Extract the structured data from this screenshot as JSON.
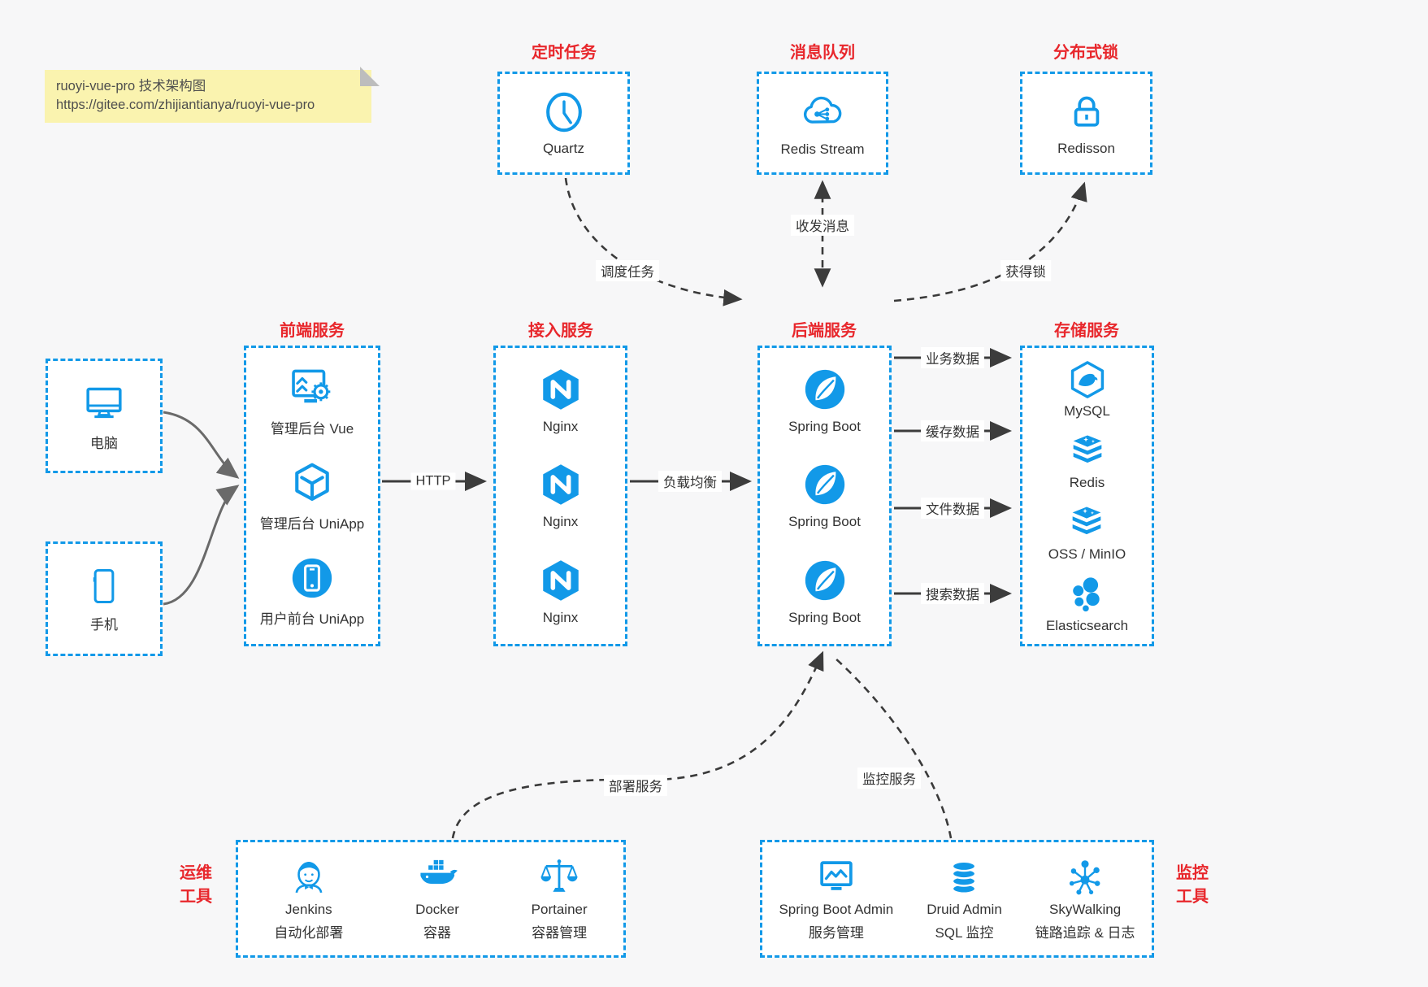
{
  "note": {
    "line1": "ruoyi-vue-pro 技术架构图",
    "line2": "https://gitee.com/zhijiantianya/ruoyi-vue-pro"
  },
  "colors": {
    "accent": "#1299e8",
    "title_red": "#e8272c",
    "background": "#f7f7f8",
    "label_ink": "#333333"
  },
  "top_groups": [
    {
      "title": "定时任务",
      "item": {
        "icon": "clock-icon",
        "label": "Quartz"
      }
    },
    {
      "title": "消息队列",
      "item": {
        "icon": "cloud-share-icon",
        "label": "Redis Stream"
      }
    },
    {
      "title": "分布式锁",
      "item": {
        "icon": "lock-icon",
        "label": "Redisson"
      }
    }
  ],
  "clients": [
    {
      "icon": "computer-icon",
      "label": "电脑"
    },
    {
      "icon": "phone-icon",
      "label": "手机"
    }
  ],
  "columns": [
    {
      "title": "前端服务",
      "items": [
        {
          "icon": "admin-vue-icon",
          "label": "管理后台 Vue"
        },
        {
          "icon": "uniapp-cube-icon",
          "label": "管理后台 UniApp"
        },
        {
          "icon": "user-app-icon",
          "label": "用户前台 UniApp"
        }
      ]
    },
    {
      "title": "接入服务",
      "items": [
        {
          "icon": "nginx-icon",
          "label": "Nginx"
        },
        {
          "icon": "nginx-icon",
          "label": "Nginx"
        },
        {
          "icon": "nginx-icon",
          "label": "Nginx"
        }
      ]
    },
    {
      "title": "后端服务",
      "items": [
        {
          "icon": "spring-boot-icon",
          "label": "Spring Boot"
        },
        {
          "icon": "spring-boot-icon",
          "label": "Spring Boot"
        },
        {
          "icon": "spring-boot-icon",
          "label": "Spring Boot"
        }
      ]
    },
    {
      "title": "存储服务",
      "items": [
        {
          "icon": "mysql-icon",
          "label": "MySQL"
        },
        {
          "icon": "redis-icon",
          "label": "Redis"
        },
        {
          "icon": "redis-icon",
          "label": "OSS / MinIO"
        },
        {
          "icon": "elasticsearch-icon",
          "label": "Elasticsearch"
        }
      ]
    }
  ],
  "edges": {
    "http": "HTTP",
    "load_balance": "负载均衡",
    "schedule": "调度任务",
    "message": "收发消息",
    "lock": "获得锁",
    "business": "业务数据",
    "cache": "缓存数据",
    "file": "文件数据",
    "search": "搜索数据",
    "deploy": "部署服务",
    "monitor": "监控服务"
  },
  "bottom_groups": [
    {
      "side_title_line1": "运维",
      "side_title_line2": "工具",
      "items": [
        {
          "icon": "jenkins-icon",
          "label": "Jenkins",
          "sub": "自动化部署"
        },
        {
          "icon": "docker-icon",
          "label": "Docker",
          "sub": "容器"
        },
        {
          "icon": "portainer-icon",
          "label": "Portainer",
          "sub": "容器管理"
        }
      ]
    },
    {
      "side_title_line1": "监控",
      "side_title_line2": "工具",
      "items": [
        {
          "icon": "spring-boot-admin-icon",
          "label": "Spring Boot Admin",
          "sub": "服务管理"
        },
        {
          "icon": "druid-icon",
          "label": "Druid Admin",
          "sub": "SQL 监控"
        },
        {
          "icon": "skywalking-icon",
          "label": "SkyWalking",
          "sub": "链路追踪 & 日志"
        }
      ]
    }
  ]
}
